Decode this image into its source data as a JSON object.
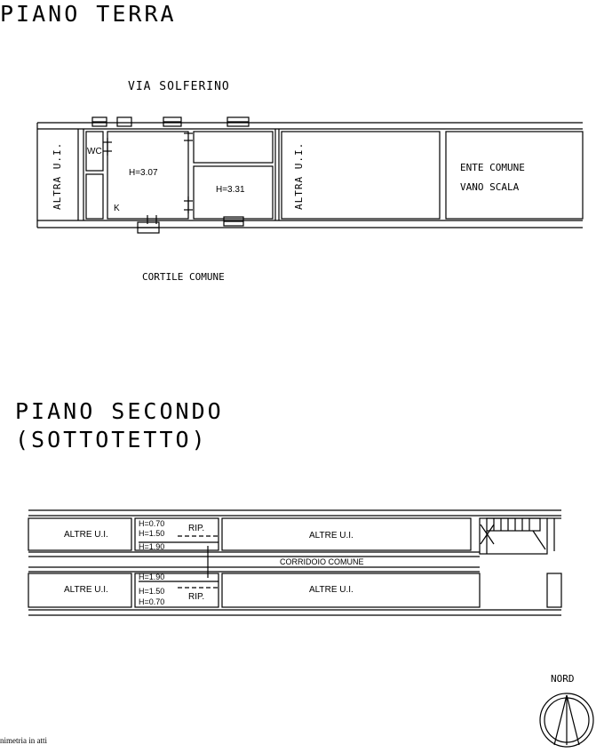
{
  "ground_floor": {
    "title": "PIANO TERRA",
    "street_label": "VIA SOLFERINO",
    "courtyard_label": "CORTILE COMUNE",
    "left_neighbor": "ALTRA U.I.",
    "right_neighbor": "ALTRA U.I.",
    "wc_label": "WC",
    "kitchen_label": "K",
    "room_height_1": "H=3.07",
    "room_height_2": "H=3.31",
    "common_area_line1": "ENTE COMUNE",
    "common_area_line2": "VANO SCALA"
  },
  "second_floor": {
    "title_line1": "PIANO SECONDO",
    "title_line2": "(SOTTOTETTO)",
    "corridor_label": "CORRIDOIO COMUNE",
    "top_left_unit": "ALTRE U.I.",
    "top_right_unit": "ALTRE U.I.",
    "bottom_left_unit": "ALTRE U.I.",
    "bottom_right_unit": "ALTRE U.I.",
    "storage_label_top": "RIP.",
    "storage_label_bottom": "RIP.",
    "top_heights": [
      "H=0.70",
      "H=1.50",
      "H=1.90"
    ],
    "bottom_heights": [
      "H=1.90",
      "H=1.50",
      "H=0.70"
    ]
  },
  "compass": {
    "label": "NORD"
  },
  "footer": {
    "caption": "nimetria in atti"
  }
}
